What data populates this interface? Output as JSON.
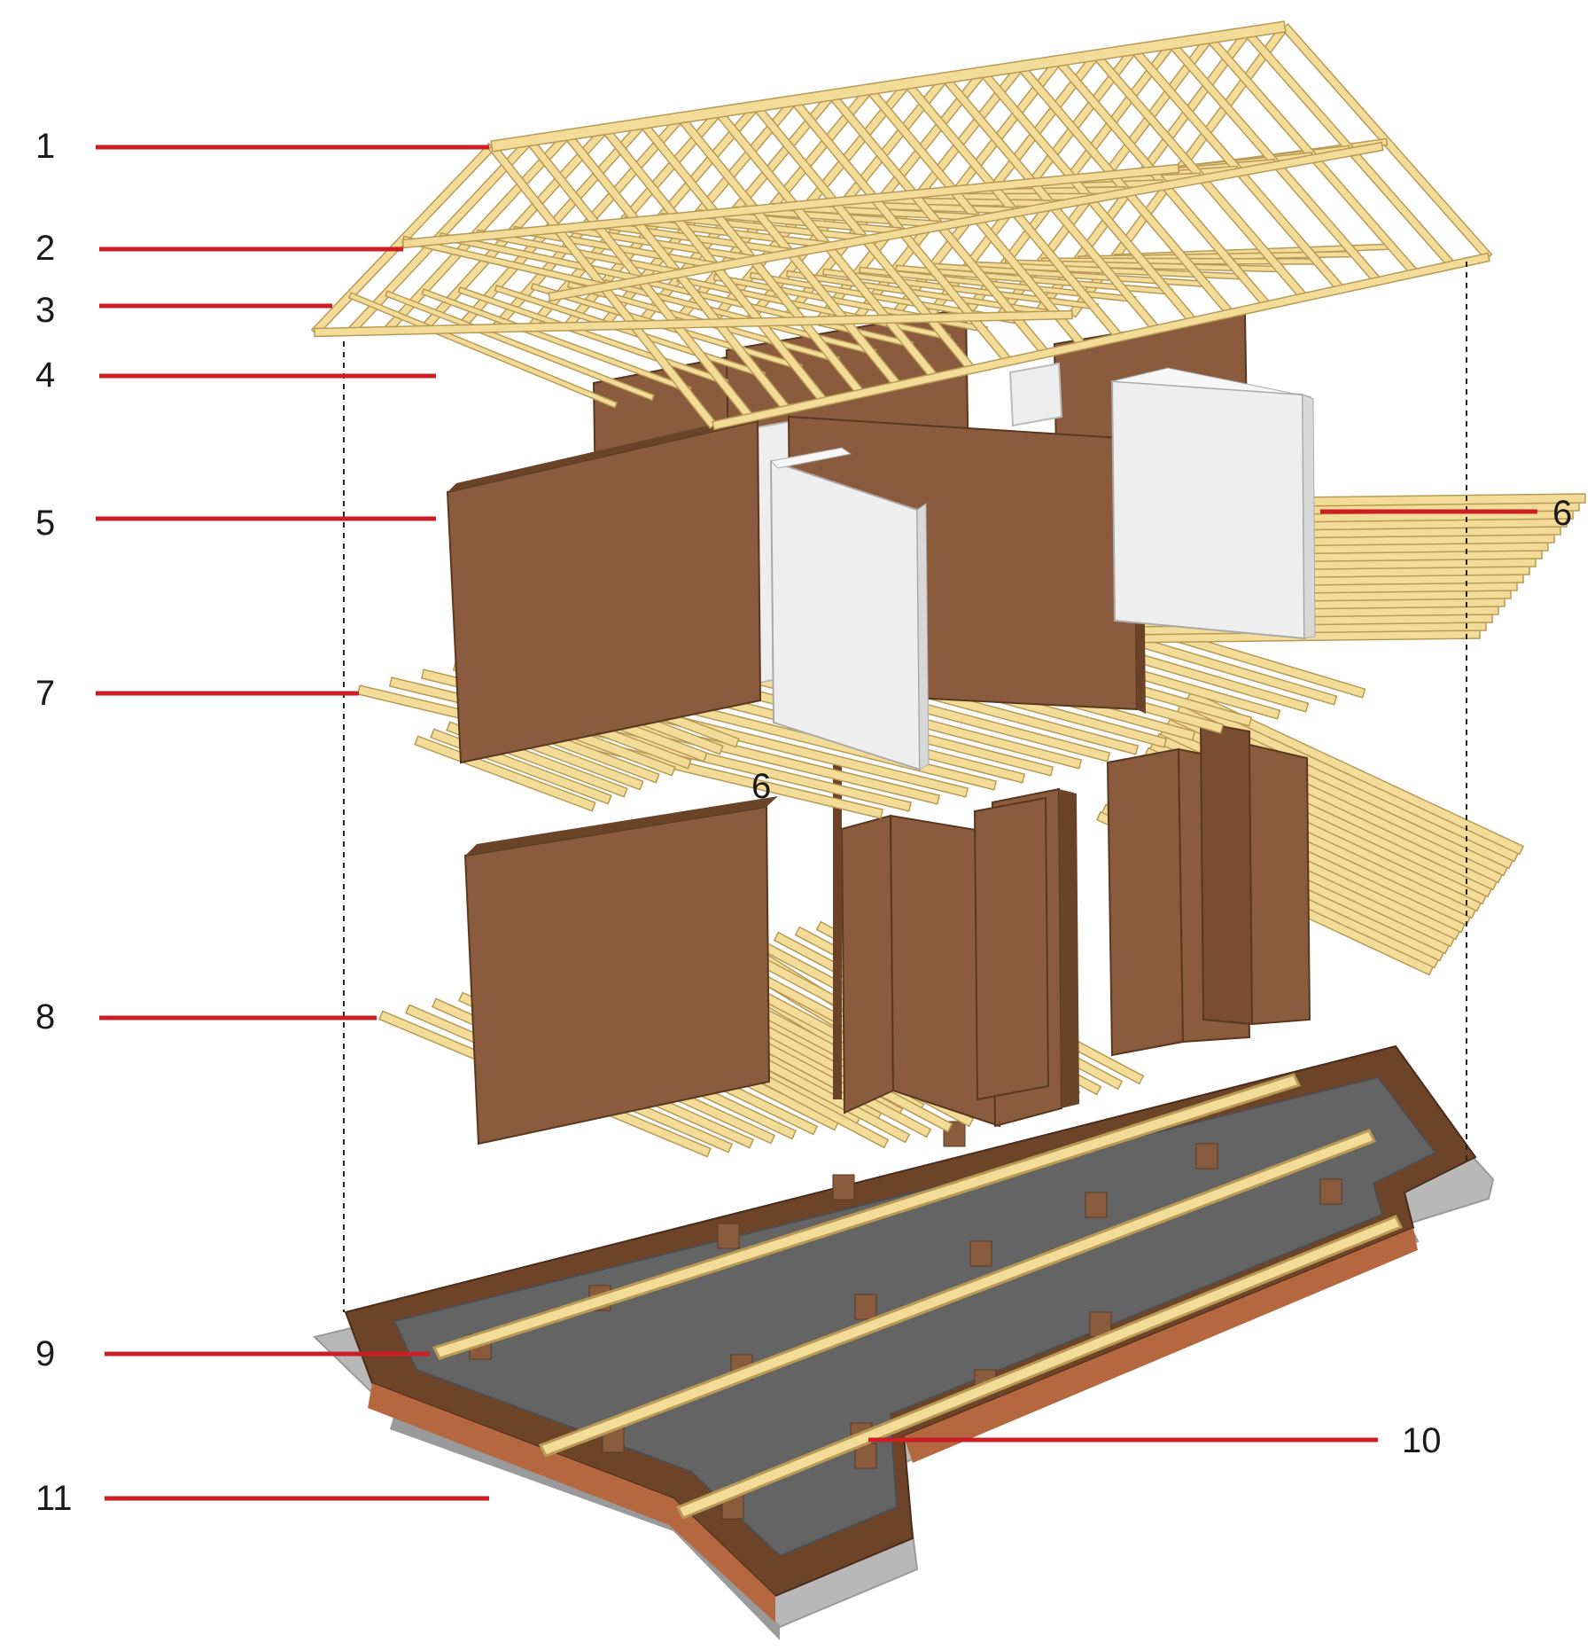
{
  "diagram": {
    "callouts": [
      {
        "id": "1",
        "label": "1"
      },
      {
        "id": "2",
        "label": "2"
      },
      {
        "id": "3",
        "label": "3"
      },
      {
        "id": "4",
        "label": "4"
      },
      {
        "id": "5",
        "label": "5"
      },
      {
        "id": "6a",
        "label": "6"
      },
      {
        "id": "6b",
        "label": "6"
      },
      {
        "id": "7",
        "label": "7"
      },
      {
        "id": "8",
        "label": "8"
      },
      {
        "id": "9",
        "label": "9"
      },
      {
        "id": "10",
        "label": "10"
      },
      {
        "id": "11",
        "label": "11"
      }
    ],
    "colors": {
      "timber": "#f3dc98",
      "timber_edge": "#b89a55",
      "wall_panel": "#8a5b3c",
      "wall_panel_dark": "#6b4329",
      "gypsum_panel": "#eeeeee",
      "slab": "#646464",
      "foundation_top": "#6e4429",
      "foundation_side": "#b5683f",
      "base_concrete": "#b8b8b8",
      "leader_line": "#cc1e24"
    }
  }
}
